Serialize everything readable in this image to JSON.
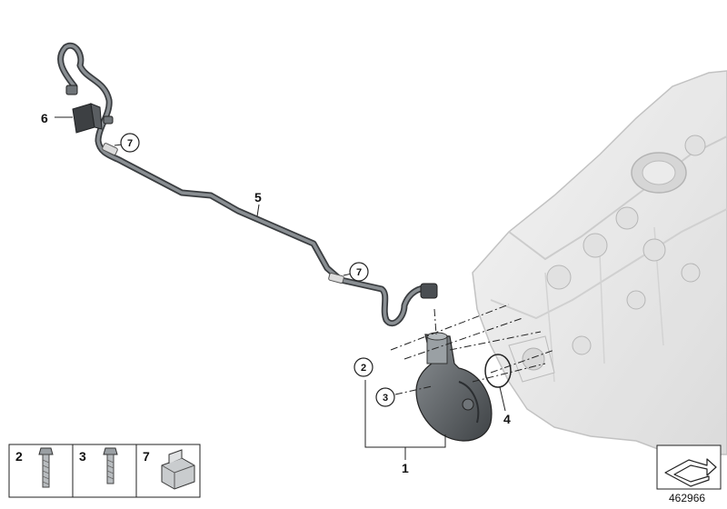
{
  "diagram": {
    "callouts": {
      "p1": "1",
      "p2": "2",
      "p3": "3",
      "p4": "4",
      "p5": "5",
      "p6": "6",
      "p7a": "7",
      "p7b": "7"
    },
    "legend": {
      "items": [
        {
          "label": "2"
        },
        {
          "label": "3"
        },
        {
          "label": "7"
        }
      ]
    },
    "document_number": "462966",
    "colors": {
      "line": "#222222",
      "hose": "#6f7478",
      "engine": "#e4e4e4",
      "pump": "#5e6367"
    }
  }
}
